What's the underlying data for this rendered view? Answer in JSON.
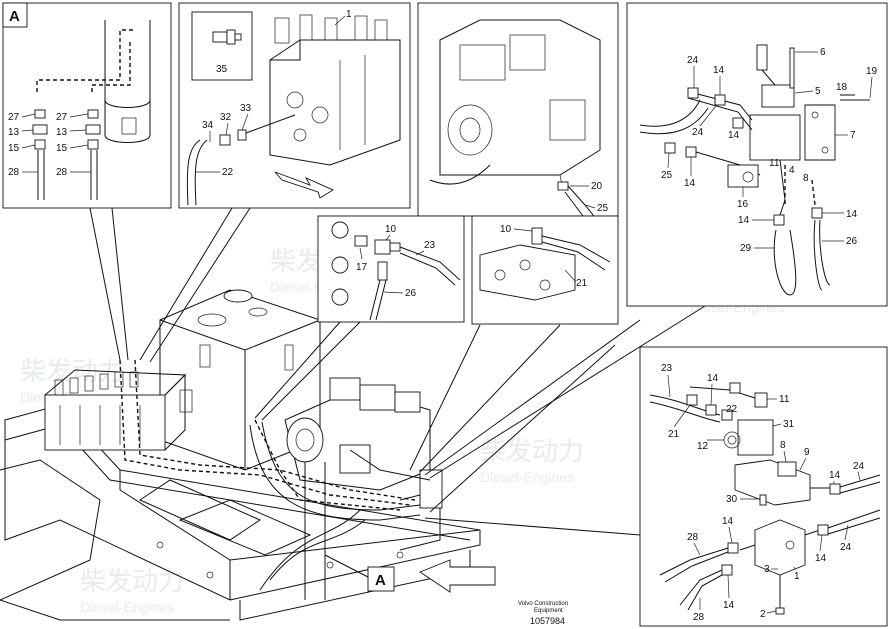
{
  "diagram": {
    "view_marker": "A",
    "footer_brand_line1": "Volvo Construction",
    "footer_brand_line2": "Equipment",
    "footer_number": "1057984",
    "watermark_cn": "柴发动力",
    "watermark_en": "Diesel-Engines",
    "panel_a": {
      "letter": "A",
      "labels": [
        "27",
        "27",
        "13",
        "13",
        "15",
        "15",
        "28",
        "28"
      ]
    },
    "panel_valve": {
      "labels": [
        "1",
        "35",
        "34",
        "32",
        "33",
        "22"
      ]
    },
    "panel_pump": {
      "labels": [
        "20",
        "25",
        "10",
        "21"
      ]
    },
    "panel_fittings": {
      "labels": [
        "10",
        "23",
        "17",
        "26"
      ]
    },
    "panel_right_top": {
      "labels": [
        "6",
        "24",
        "14",
        "5",
        "18",
        "19",
        "24",
        "14",
        "7",
        "11",
        "25",
        "14",
        "4",
        "8",
        "16",
        "14",
        "14",
        "29",
        "26"
      ]
    },
    "panel_right_bottom": {
      "labels": [
        "23",
        "14",
        "11",
        "22",
        "31",
        "21",
        "12",
        "8",
        "9",
        "14",
        "24",
        "30",
        "14",
        "28",
        "14",
        "24",
        "3",
        "1",
        "28",
        "14",
        "2"
      ]
    }
  }
}
